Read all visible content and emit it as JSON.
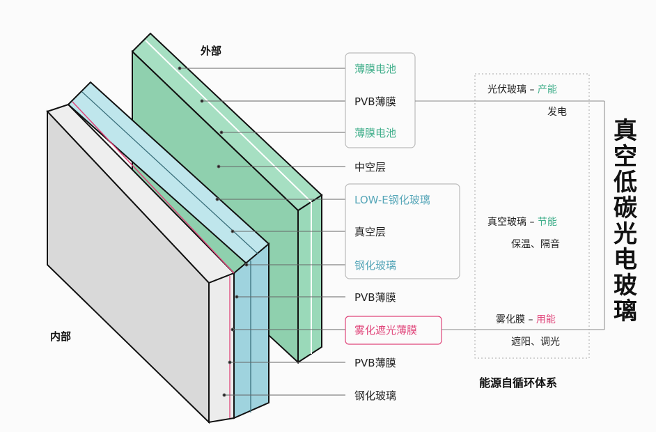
{
  "headers": {
    "outside": "外部",
    "inside": "内部"
  },
  "layers": [
    {
      "text": "薄膜电池",
      "tone": "green"
    },
    {
      "text": "PVB薄膜",
      "tone": "dark"
    },
    {
      "text": "薄膜电池",
      "tone": "green"
    },
    {
      "text": "中空层",
      "tone": "dark"
    },
    {
      "text": "LOW-E钢化玻璃",
      "tone": "blue"
    },
    {
      "text": "真空层",
      "tone": "dark"
    },
    {
      "text": "钢化玻璃",
      "tone": "blue"
    },
    {
      "text": "PVB薄膜",
      "tone": "dark"
    },
    {
      "text": "雾化遮光薄膜",
      "tone": "pink"
    },
    {
      "text": "PVB薄膜",
      "tone": "dark"
    },
    {
      "text": "钢化玻璃",
      "tone": "dark"
    }
  ],
  "systems": [
    {
      "name": "光伏玻璃",
      "dash": " – ",
      "role": "产能",
      "desc": "发电"
    },
    {
      "name": "真空玻璃",
      "dash": " – ",
      "role": "节能",
      "desc": "保温、隔音"
    },
    {
      "name": "雾化膜",
      "dash": " – ",
      "role": "用能",
      "desc": "遮阳、调光"
    }
  ],
  "title_vertical": "真空低碳光电玻璃",
  "footer": "能源自循环体系",
  "colors": {
    "green": "#3fae8a",
    "blue": "#56a6b8",
    "pink": "#e0457a",
    "green_glass": "#8fd8b4",
    "blue_glass": "#a7dbe3",
    "gray_glass": "#dcdcdc"
  }
}
